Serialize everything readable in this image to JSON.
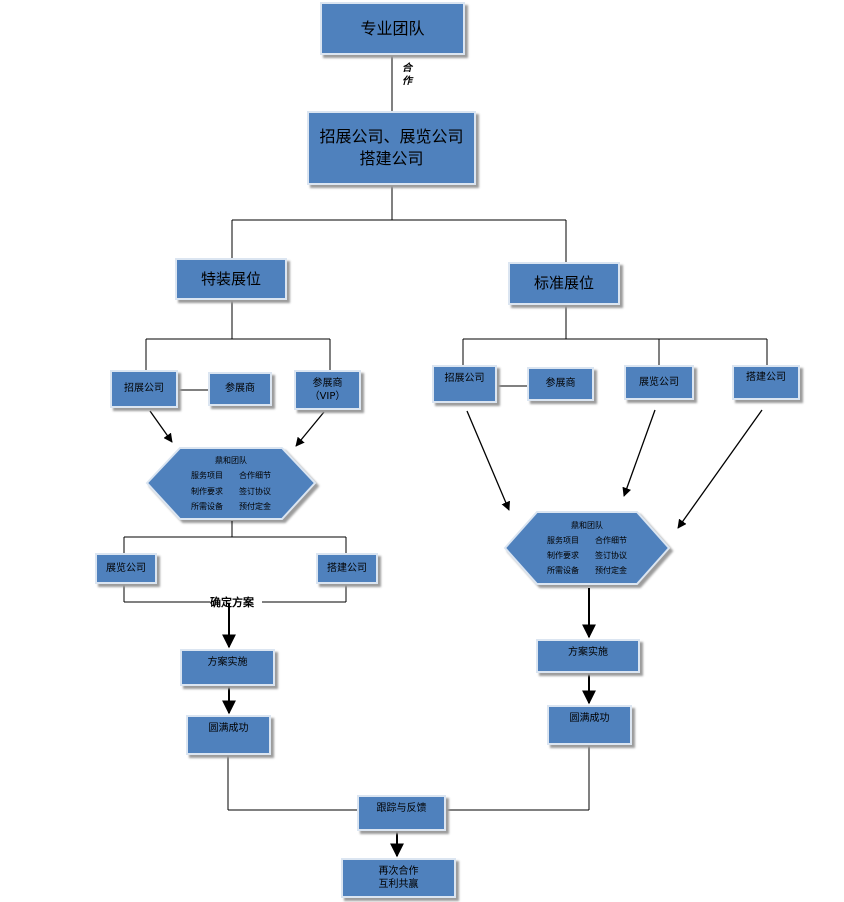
{
  "nodes": {
    "team": "专业团队",
    "cooperate_line1": "合",
    "cooperate_line2": "作",
    "companies_line1": "招展公司、展览公司",
    "companies_line2": "搭建公司",
    "special_booth": "特装展位",
    "standard_booth": "标准展位",
    "left_organizer": "招展公司",
    "left_exhibitor": "参展商",
    "left_vip_line1": "参展商",
    "left_vip_line2": "（VIP）",
    "right_organizer": "招展公司",
    "right_exhibitor": "参展商",
    "right_exhibition_co": "展览公司",
    "right_builder": "搭建公司",
    "left_exhibition_co": "展览公司",
    "left_builder": "搭建公司",
    "confirm_plan": "确定方案",
    "left_implement": "方案实施",
    "left_success": "圆满成功",
    "right_implement": "方案实施",
    "right_success": "圆满成功",
    "followup": "跟踪与反馈",
    "again_line1": "再次合作",
    "again_line2": "互利共赢"
  },
  "hexagon": {
    "title": "鼎和团队",
    "item1": "服务项目",
    "item2": "合作细节",
    "item3": "制作要求",
    "item4": "签订协议",
    "item5": "所需设备",
    "item6": "预付定金"
  },
  "colors": {
    "box_fill": "#4f81bd",
    "box_border": "#dbe5f1",
    "line": "#000000"
  }
}
